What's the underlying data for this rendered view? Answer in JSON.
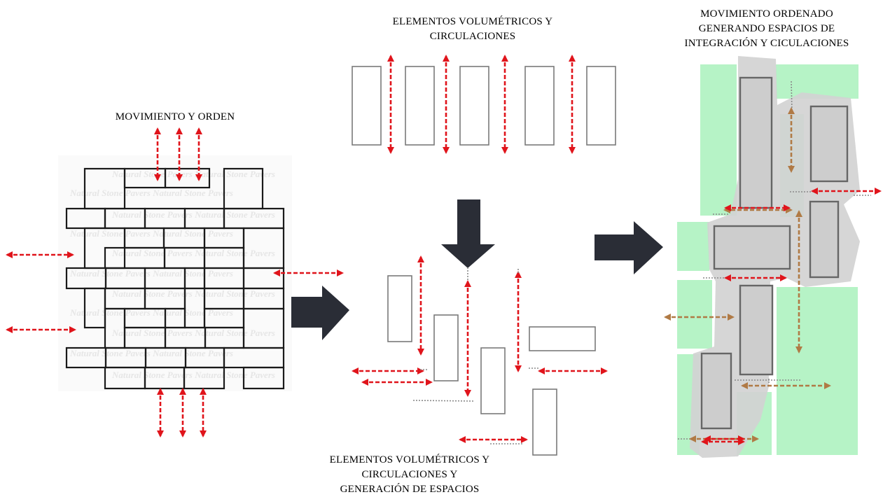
{
  "labels": {
    "movimiento_orden": [
      "MOVIMIENTO Y ORDEN"
    ],
    "elementos_circulaciones": [
      "ELEMENTOS VOLUMÉTRICOS Y",
      "CIRCULACIONES"
    ],
    "movimiento_ordenado": [
      "MOVIMIENTO ORDENADO",
      "GENERANDO ESPACIOS DE",
      "INTEGRACIÓN Y CICULACIONES"
    ],
    "elementos_generacion": [
      "ELEMENTOS VOLUMÉTRICOS Y",
      "CIRCULACIONES Y",
      "GENERACIÓN DE ESPACIOS"
    ]
  },
  "paver_watermark": [
    "Natural Stone Pavers"
  ],
  "colors": {
    "circulation_arrow": "#e0141b",
    "integration_arrow": "#b07a45",
    "green_space": "#b6f3c6",
    "grey_blob": "#d3d3d3",
    "block_arrow": "#2a2d36",
    "outline": "#7a7a7a"
  }
}
